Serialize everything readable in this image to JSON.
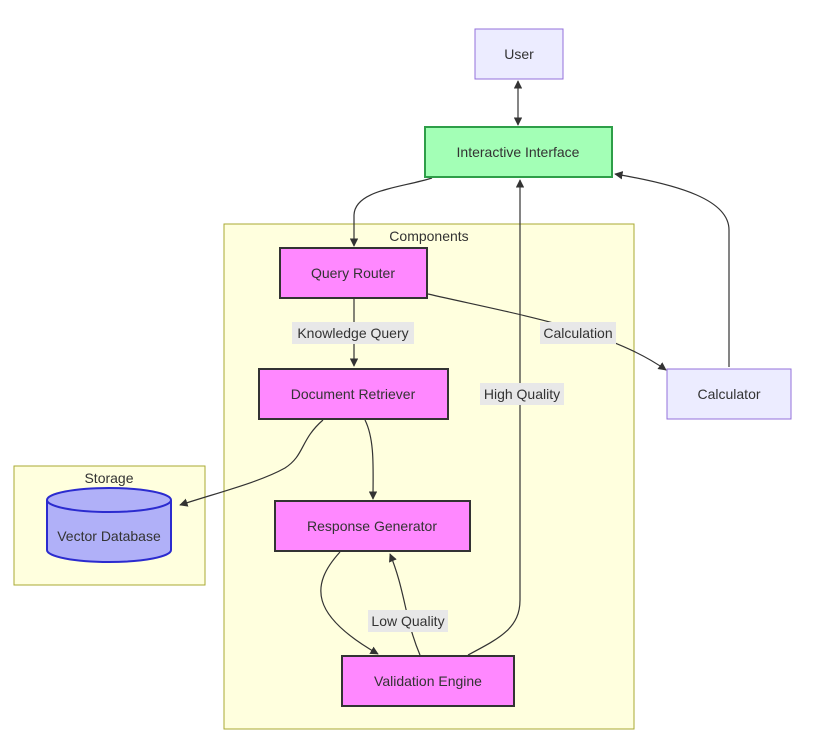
{
  "diagram": {
    "clusters": {
      "components": "Components",
      "storage": "Storage"
    },
    "nodes": {
      "user": "User",
      "interface": "Interactive Interface",
      "router": "Query Router",
      "retriever": "Document Retriever",
      "generator": "Response Generator",
      "validation": "Validation Engine",
      "calculator": "Calculator",
      "vectordb": "Vector Database"
    },
    "edges": {
      "knowledge_query": "Knowledge Query",
      "calculation": "Calculation",
      "high_quality": "High Quality",
      "low_quality": "Low Quality"
    }
  },
  "colors": {
    "cluster_fill": "#ffffde",
    "cluster_stroke": "#aaaa33",
    "default_node_fill": "#ececff",
    "default_node_stroke": "#9370db",
    "interface_fill": "#a3ffb6",
    "interface_stroke": "#2e9e48",
    "component_fill": "#ff88ff",
    "component_stroke": "#333333",
    "database_fill": "#b0b0f8",
    "database_stroke": "#2b2bcf",
    "edge_label_bg": "#e8e8e8"
  }
}
